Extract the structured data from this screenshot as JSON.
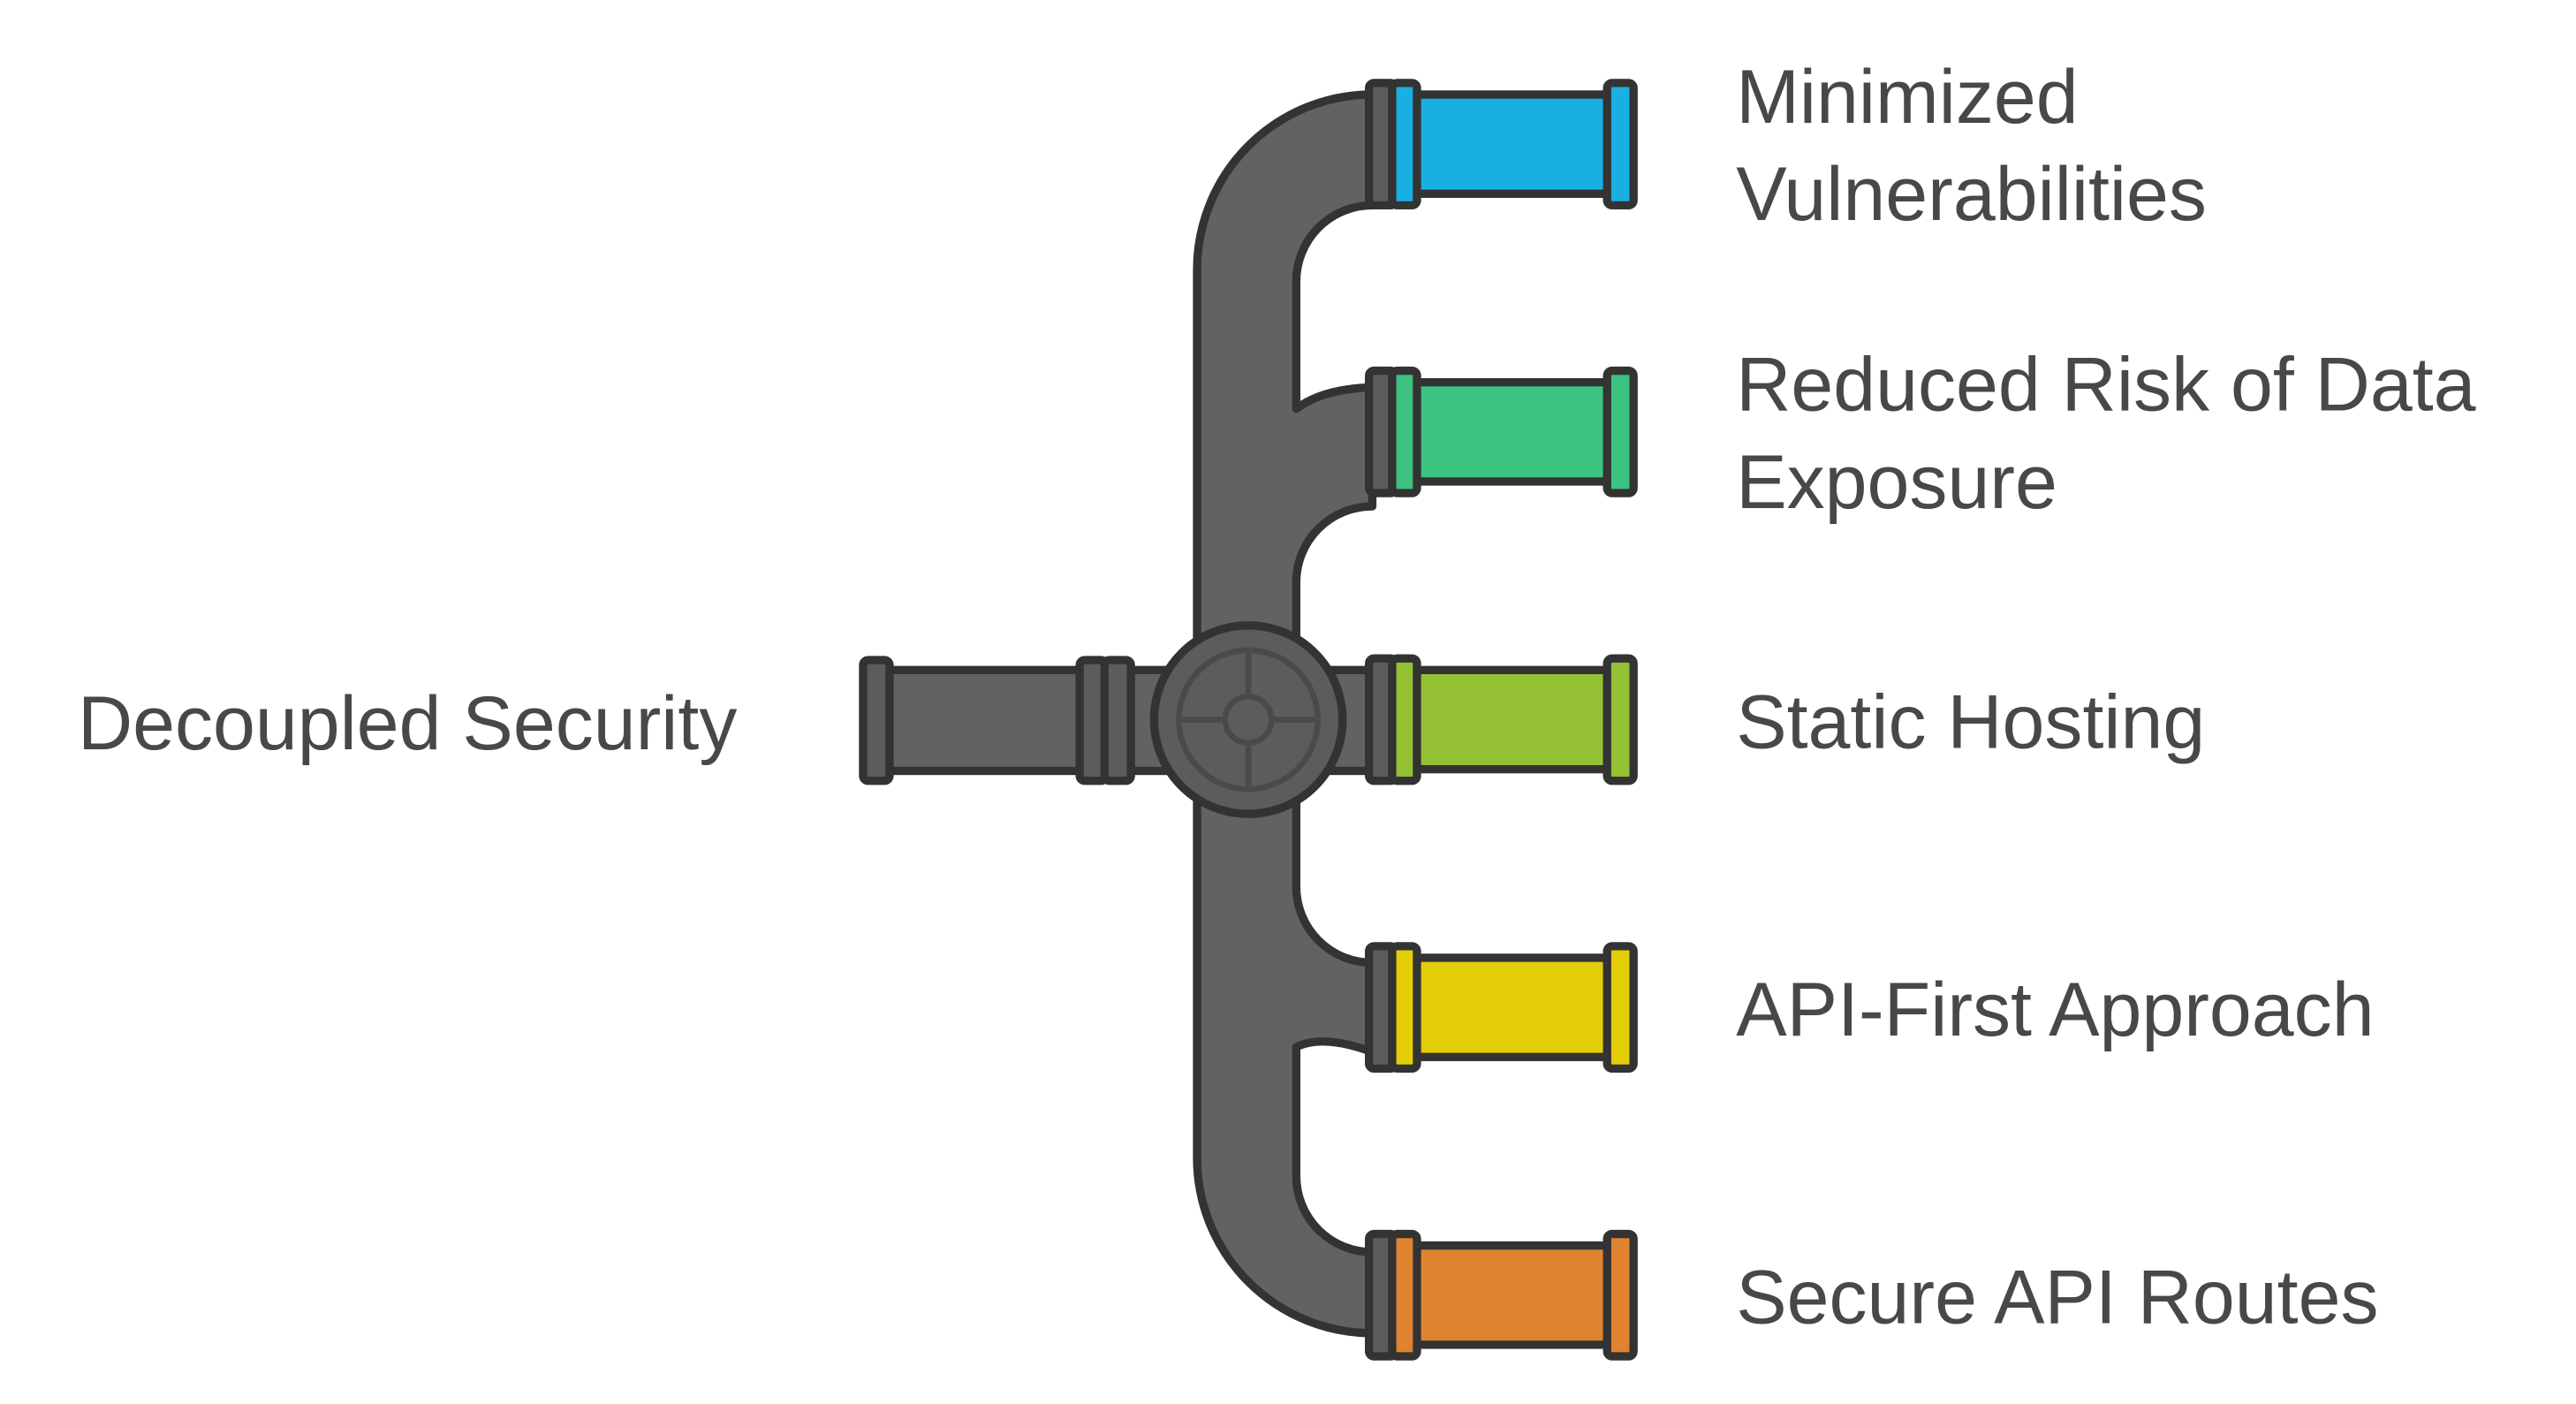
{
  "diagram": {
    "source_label": "Decoupled Security",
    "branches": [
      {
        "id": "minimized-vulnerabilities",
        "lines": [
          "Minimized",
          "Vulnerabilities"
        ],
        "color": "#1AAFE3"
      },
      {
        "id": "reduced-risk",
        "lines": [
          "Reduced Risk of Data",
          "Exposure"
        ],
        "color": "#3CC381"
      },
      {
        "id": "static-hosting",
        "lines": [
          "Static Hosting"
        ],
        "color": "#94C134"
      },
      {
        "id": "api-first",
        "lines": [
          "API-First Approach"
        ],
        "color": "#E2CD07"
      },
      {
        "id": "secure-api-routes",
        "lines": [
          "Secure API Routes"
        ],
        "color": "#E08330"
      }
    ],
    "colors": {
      "pipe": "#626262",
      "outline": "#333333",
      "label": "#484848",
      "valve": "#5C5C5C"
    }
  }
}
